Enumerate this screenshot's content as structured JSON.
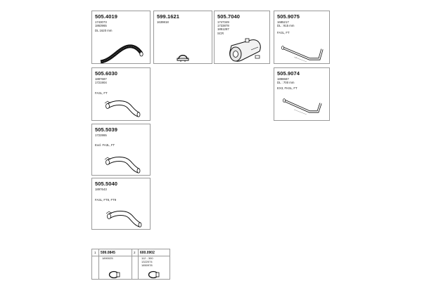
{
  "parts": [
    {
      "code": "505.4019",
      "refs": [
        "1743073",
        "1863965"
      ],
      "note": "DL 1620 mm",
      "icon": "flexible-hose-icon"
    },
    {
      "code": "599.1621",
      "refs": [
        "1639818"
      ],
      "note": "",
      "icon": "clamp-icon"
    },
    {
      "code": "505.7040",
      "refs": [
        "1747349",
        "1733878",
        "1851287"
      ],
      "note": "SCR",
      "icon": "silencer-icon"
    },
    {
      "code": "505.9075",
      "refs": [
        "1685217",
        "DL : 915 mm"
      ],
      "note": "FA3L, FT",
      "icon": "tail-pipe-icon"
    },
    {
      "code": "505.6030",
      "refs": [
        "1887687",
        "1721904"
      ],
      "note": "FA3L, FT",
      "icon": "bent-pipe-icon"
    },
    {
      "code": "505.9074",
      "refs": [
        "1898687",
        "DL : 700 mm"
      ],
      "note": "EX3, FH3L, FT",
      "icon": "tail-pipe-icon"
    },
    {
      "code": "505.5039",
      "refs": [
        "1722865"
      ],
      "note": "Excl. FA3L, FT",
      "icon": "bent-pipe-icon"
    },
    {
      "code": "505.5040",
      "refs": [
        "1897643"
      ],
      "note": "FA3L, FT8, FT9",
      "icon": "bent-pipe-icon"
    }
  ],
  "accessories": [
    {
      "num": "1",
      "code": "599.0845",
      "refs": [
        "1890025"
      ],
      "icon": "clamp-icon"
    },
    {
      "num": "2",
      "code": "600.0902",
      "refs": [
        "112 - 300",
        "1322074",
        "1850978"
      ],
      "icon": "clamp-icon"
    }
  ]
}
